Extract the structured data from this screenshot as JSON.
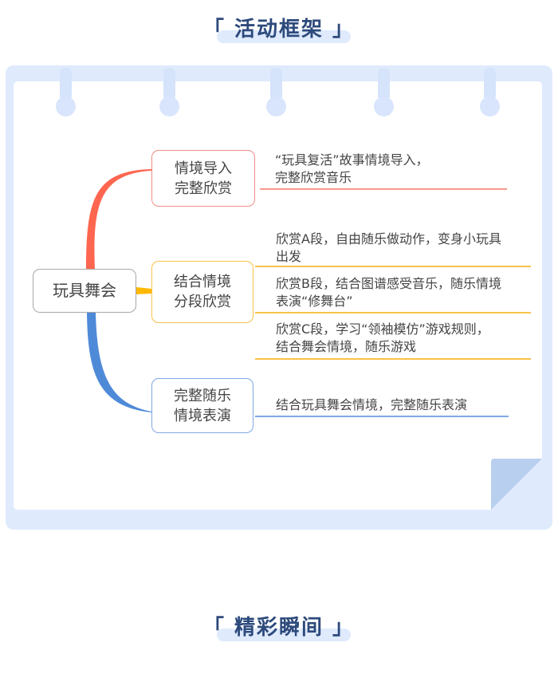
{
  "sections": {
    "top_title": "「 活动框架 」",
    "bottom_title": "「 精彩瞬间 」"
  },
  "colors": {
    "frame": "#dfeafd",
    "title_text": "#2d4a7c",
    "branch_1": "#ff6650",
    "branch_2": "#ffb800",
    "branch_3": "#4f8ad8",
    "fold": "#b9cff0"
  },
  "mindmap": {
    "root": "玩具舞会",
    "branches": [
      {
        "label": "情境导入\n完整欣赏",
        "leaves": [
          "“玩具复活”故事情境导入，\n  完整欣赏音乐"
        ]
      },
      {
        "label": "结合情境\n分段欣赏",
        "leaves": [
          "欣赏A段，自由随乐做动作，变身小玩具\n出发",
          "欣赏B段，结合图谱感受音乐，随乐情境\n表演“修舞台”",
          "欣赏C段，学习“领袖模仿”游戏规则，\n结合舞会情境，随乐游戏"
        ]
      },
      {
        "label": "完整随乐\n情境表演",
        "leaves": [
          "结合玩具舞会情境，完整随乐表演"
        ]
      }
    ]
  }
}
